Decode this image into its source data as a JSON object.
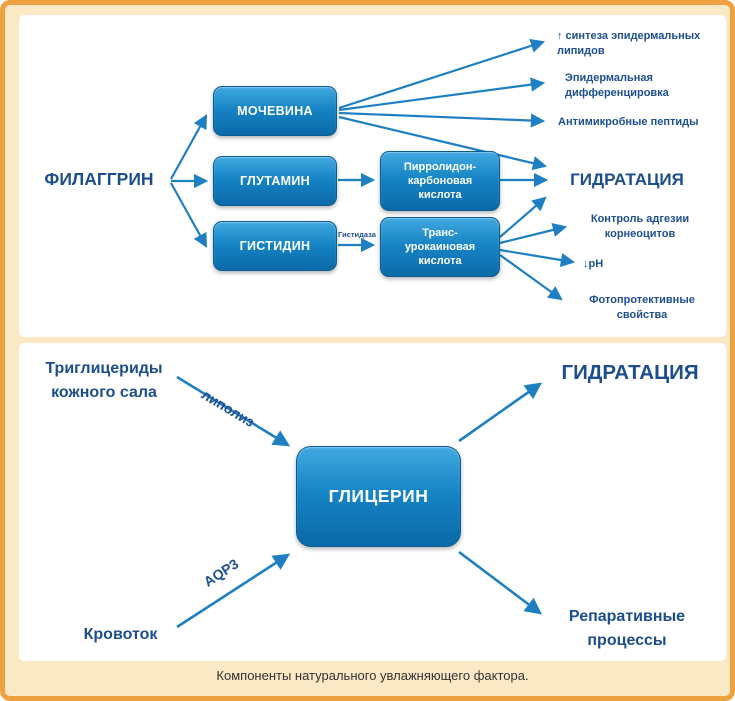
{
  "caption": "Компоненты натурального увлажняющего фактора.",
  "top_panel": {
    "filaggrin": "ФИЛАГГРИН",
    "hydration": "ГИДРАТАЦИЯ",
    "urea": "МОЧЕВИНА",
    "glutamine": "ГЛУТАМИН",
    "histidine": "ГИСТИДИН",
    "pca": "Пирролидон-\nкарбоновая\nкислота",
    "tua": "Транс-\nурокаиновая\nкислота",
    "histidase": "Гистидаза",
    "outcome_lipids": "↑ синтеза эпидермальных\nлипидов",
    "outcome_differentiation": "Эпидермальная\nдифференцировка",
    "outcome_peptides": "Антимикробные пептиды",
    "outcome_adhesion": "Контроль адгезии\nкорнеоцитов",
    "outcome_ph": "↓pH",
    "outcome_photo": "Фотопротективные\nсвойства"
  },
  "bottom_panel": {
    "triglycerides": "Триглицериды\nкожного сала",
    "lipolysis": "липолиз",
    "glycerin": "ГЛИЦЕРИН",
    "aqp3": "AQP3",
    "bloodflow": "Кровоток",
    "hydration": "ГИДРАТАЦИЯ",
    "reparative": "Репаративные\nпроцессы"
  },
  "colors": {
    "border_orange": "#EDA23F",
    "background_cream": "#FBE8C5",
    "node_blue_top": "#41A9E0",
    "node_blue_bottom": "#0C6AA8",
    "text_blue": "#1C4E8E",
    "arrow_blue": "#1E7FC2"
  }
}
